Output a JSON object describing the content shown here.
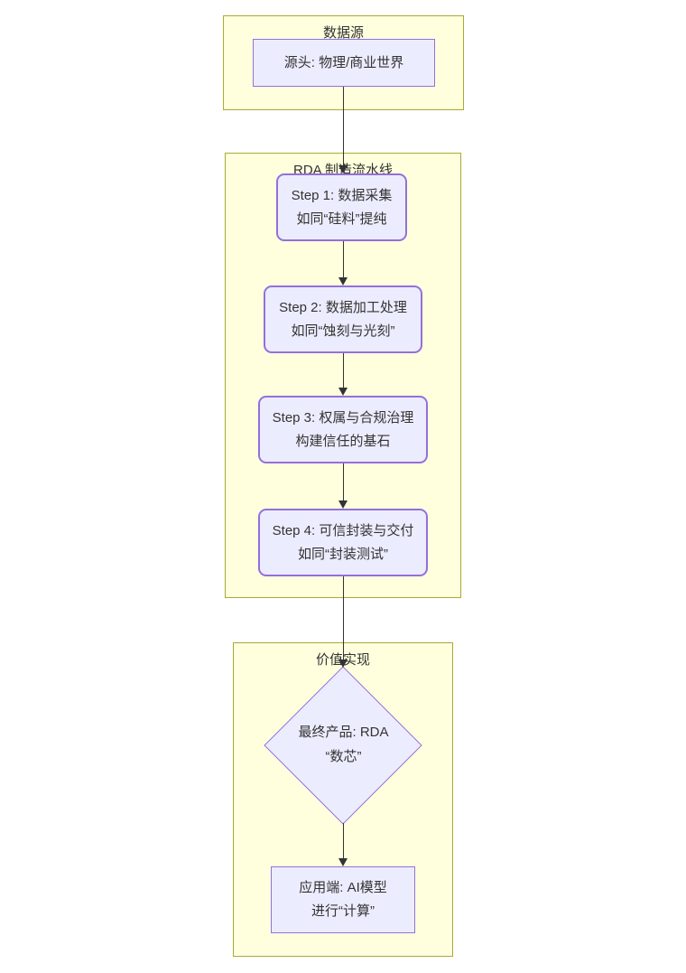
{
  "diagram": {
    "type": "flowchart-top-down",
    "colors": {
      "background": "#ffffff",
      "group_fill": "#ffffde",
      "group_border": "#aaaa33",
      "node_fill": "#ececff",
      "node_border": "#9370db",
      "text": "#333333",
      "edge": "#333333"
    },
    "groups": {
      "source": {
        "title": "数据源"
      },
      "pipeline": {
        "title": "RDA 制造流水线"
      },
      "value": {
        "title": "价值实现"
      }
    },
    "nodes": {
      "origin": {
        "line1": "源头: 物理/商业世界"
      },
      "step1": {
        "line1": "Step 1: 数据采集",
        "line2": "如同“硅料”提纯"
      },
      "step2": {
        "line1": "Step 2: 数据加工处理",
        "line2": "如同“蚀刻与光刻”"
      },
      "step3": {
        "line1": "Step 3: 权属与合规治理",
        "line2": "构建信任的基石"
      },
      "step4": {
        "line1": "Step 4: 可信封装与交付",
        "line2": "如同“封装测试”"
      },
      "product": {
        "line1": "最终产品: RDA",
        "line2": "“数芯”"
      },
      "application": {
        "line1": "应用端: AI模型",
        "line2": "进行“计算”"
      }
    },
    "edges": [
      {
        "from": "origin",
        "to": "step1"
      },
      {
        "from": "step1",
        "to": "step2"
      },
      {
        "from": "step2",
        "to": "step3"
      },
      {
        "from": "step3",
        "to": "step4"
      },
      {
        "from": "step4",
        "to": "product"
      },
      {
        "from": "product",
        "to": "application"
      }
    ]
  }
}
